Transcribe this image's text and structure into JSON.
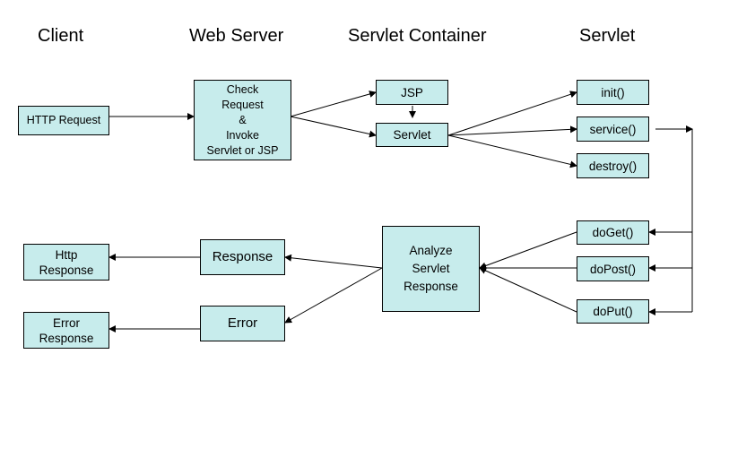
{
  "headers": {
    "client": "Client",
    "web_server": "Web Server",
    "servlet_container": "Servlet Container",
    "servlet": "Servlet"
  },
  "nodes": {
    "http_request": "HTTP Request",
    "check_request": "Check\nRequest\n&\nInvoke\nServlet or JSP",
    "jsp": "JSP",
    "servlet": "Servlet",
    "init": "init()",
    "service": "service()",
    "destroy": "destroy()",
    "do_get": "doGet()",
    "do_post": "doPost()",
    "do_put": "doPut()",
    "analyze": "Analyze\nServlet\nResponse",
    "response": "Response",
    "error": "Error",
    "http_response": "Http\nResponse",
    "error_response": "Error\nResponse"
  },
  "colors": {
    "box_fill": "#c7ecec",
    "box_border": "#000000",
    "arrow": "#000000"
  }
}
